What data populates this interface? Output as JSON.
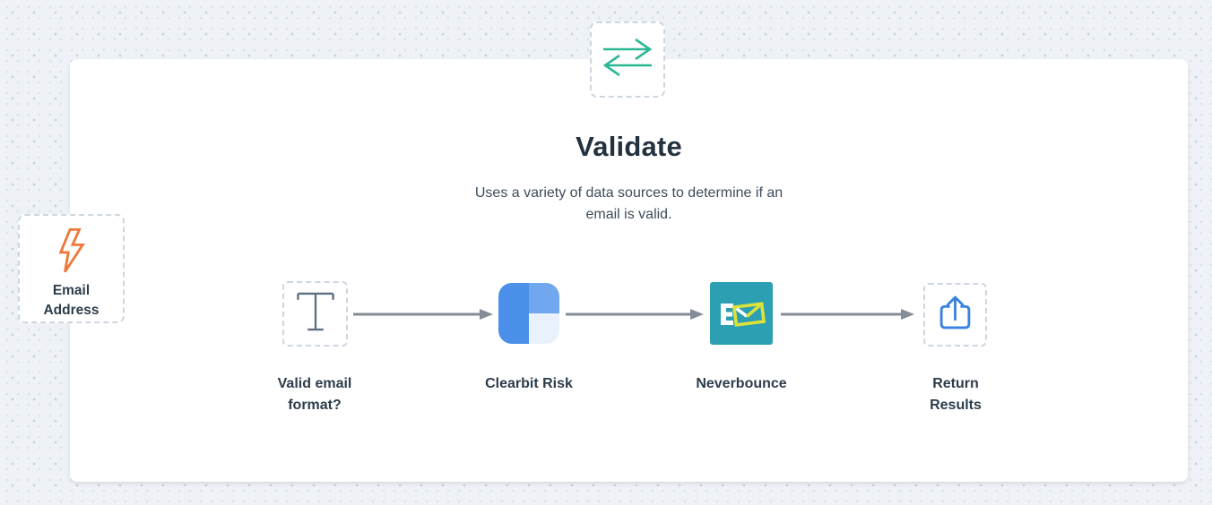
{
  "header": {
    "icon": "swap-arrows-icon",
    "title": "Validate",
    "subtitle_line1": "Uses a variety of data sources to determine if an",
    "subtitle_line2": "email is valid."
  },
  "trigger": {
    "icon": "lightning-bolt-icon",
    "label_line1": "Email",
    "label_line2": "Address"
  },
  "flow": {
    "steps": [
      {
        "icon": "text-format-icon",
        "label_line1": "Valid email",
        "label_line2": "format?"
      },
      {
        "icon": "clearbit-logo",
        "label_line1": "Clearbit Risk",
        "label_line2": ""
      },
      {
        "icon": "neverbounce-logo",
        "label_line1": "Neverbounce",
        "label_line2": ""
      },
      {
        "icon": "share-icon",
        "label_line1": "Return",
        "label_line2": "Results"
      }
    ]
  },
  "colors": {
    "canvas_background": "#eef1f5",
    "canvas_dot_dark": "#c9cfdb",
    "canvas_dot_light": "#dde2e9",
    "card_background": "#ffffff",
    "dashed_border": "#cdd6e0",
    "title_text": "#24313f",
    "label_text": "#2d3c4b",
    "arrow_gray": "#838d97",
    "swap_icon_teal": "#2cb795",
    "lightning_orange": "#f0763a",
    "text_icon_gray": "#5f6f7f",
    "clearbit_left": "#4a90e8",
    "clearbit_top_right": "#71a7ef",
    "clearbit_bottom_right": "#e9f1fc",
    "neverbounce_teal": "#2d9fb2",
    "neverbounce_envelope_yellow": "#dce23a",
    "share_icon_blue": "#3b82e0"
  }
}
